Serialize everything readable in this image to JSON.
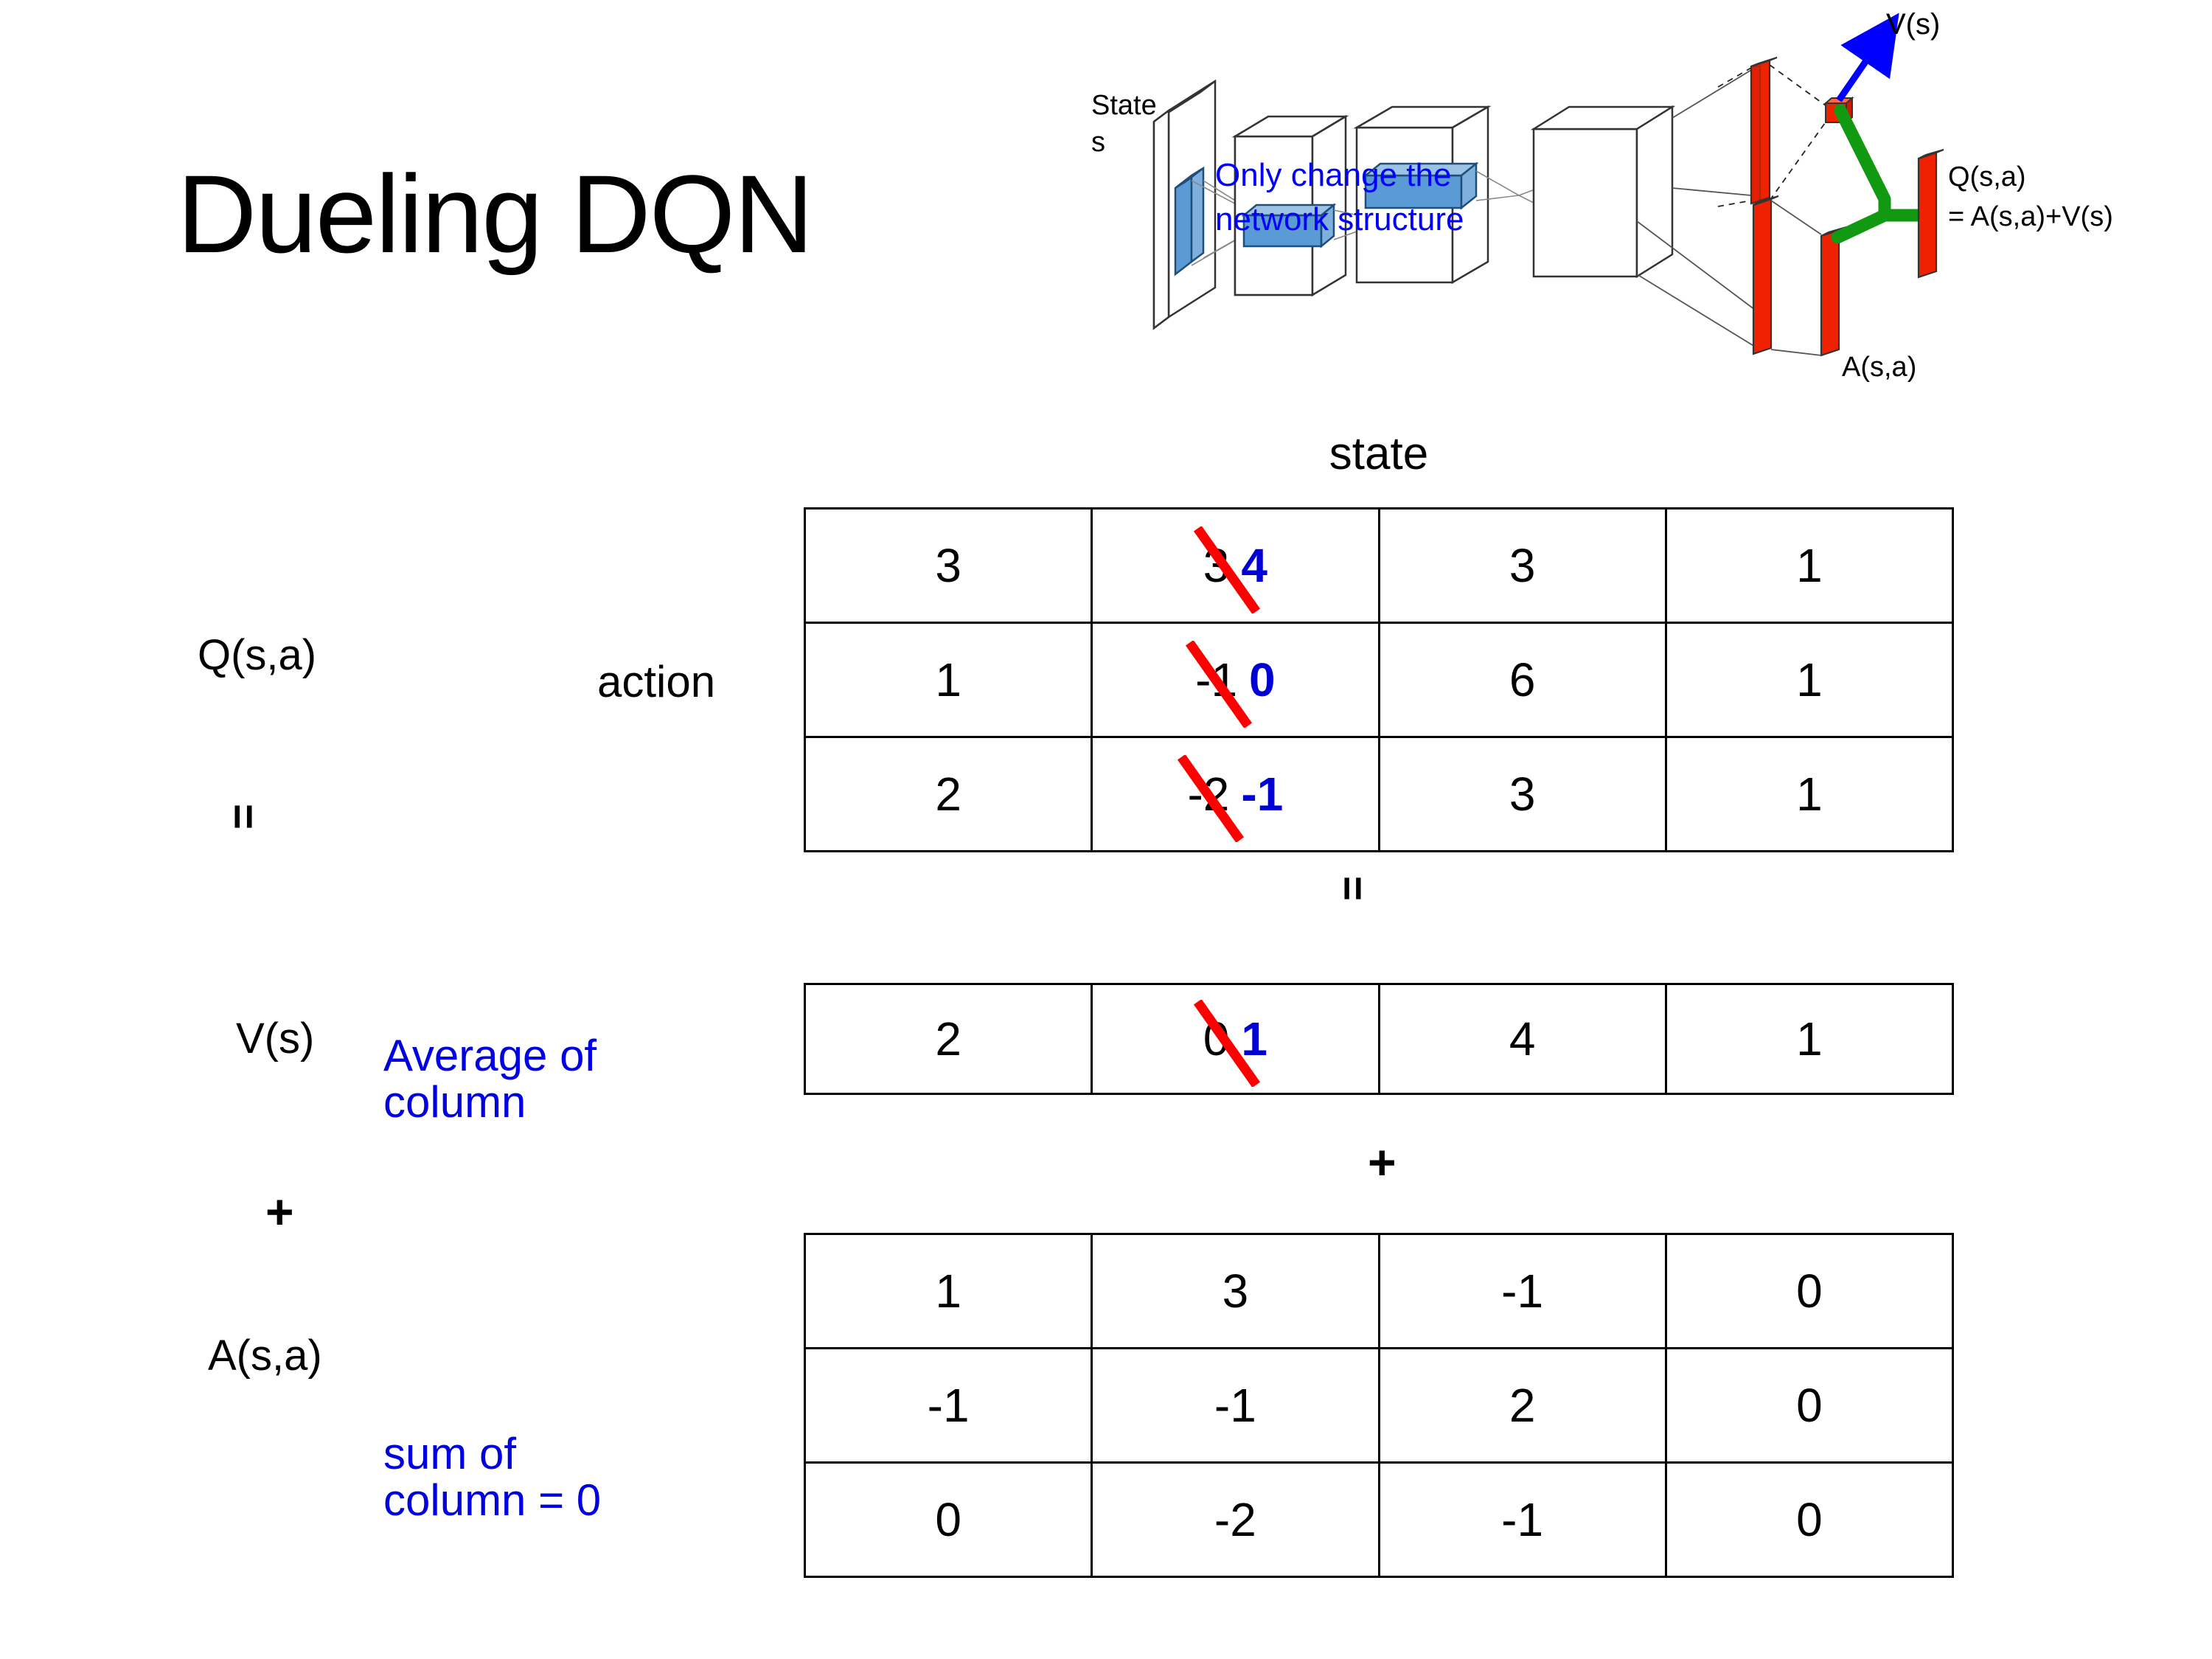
{
  "slide": {
    "title": "Dueling DQN"
  },
  "figure": {
    "state_label_line1": "State",
    "state_label_line2": "s",
    "note_line1": "Only change the",
    "note_line2": "network structure",
    "v_output": "V(s)",
    "a_output": "A(s,a)",
    "q_output_line1": "Q(s,a)",
    "q_output_line2": "= A(s,a)+V(s)",
    "colors": {
      "note": "#0000ff",
      "arrow": "#0000ff",
      "bars": "#ee2200",
      "merge": "#119911",
      "feature": "#5b9bd5"
    }
  },
  "labels": {
    "state_axis": "state",
    "action_axis": "action",
    "q_label": "Q(s,a)",
    "v_label": "V(s)",
    "a_label": "A(s,a)",
    "equals_left": "=",
    "plus_left": "+",
    "equals_mid": "=",
    "plus_mid": "+",
    "avg_note_line1": "Average of",
    "avg_note_line2": "column",
    "sum_note_line1": "sum of",
    "sum_note_line2": "column = 0"
  },
  "colors": {
    "annotation_blue": "#0000e0",
    "strike_red": "#ff0000",
    "value_blue": "#0000d4",
    "text_black": "#000000"
  },
  "chart_data": {
    "type": "table",
    "title": "Dueling DQN value decomposition Q(s,a) = V(s) + A(s,a)",
    "columns_axis": "state",
    "rows_axis": "action",
    "tables": [
      {
        "name": "Q(s,a)",
        "rows": 3,
        "cols": 4,
        "values": [
          [
            "3",
            "3",
            "3",
            "1"
          ],
          [
            "1",
            "-1",
            "6",
            "1"
          ],
          [
            "2",
            "-2",
            "3",
            "1"
          ]
        ],
        "edits": [
          {
            "row": 0,
            "col": 1,
            "old": "3",
            "new": "4",
            "struck": true
          },
          {
            "row": 1,
            "col": 1,
            "old": "-1",
            "new": "0",
            "struck": true
          },
          {
            "row": 2,
            "col": 1,
            "old": "-2",
            "new": "-1",
            "struck": true
          }
        ]
      },
      {
        "name": "V(s)",
        "rows": 1,
        "cols": 4,
        "values": [
          [
            "2",
            "0",
            "4",
            "1"
          ]
        ],
        "edits": [
          {
            "row": 0,
            "col": 1,
            "old": "0",
            "new": "1",
            "struck": true
          }
        ]
      },
      {
        "name": "A(s,a)",
        "rows": 3,
        "cols": 4,
        "values": [
          [
            "1",
            "3",
            "-1",
            "0"
          ],
          [
            "-1",
            "-1",
            "2",
            "0"
          ],
          [
            "0",
            "-2",
            "-1",
            "0"
          ]
        ],
        "edits": []
      }
    ]
  }
}
